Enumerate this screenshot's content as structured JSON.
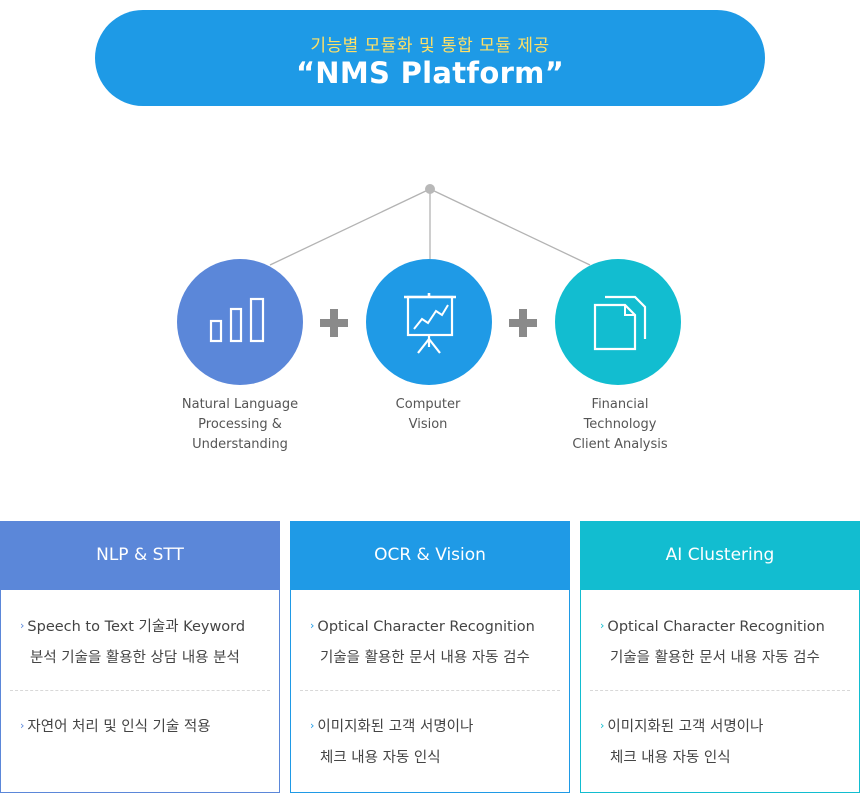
{
  "banner": {
    "subtitle": "기능별 모듈화 및 통합 모듈 제공",
    "title": "“NMS Platform”"
  },
  "colors": {
    "banner": "#1e9ae6",
    "nlp": "#5b87d9",
    "vision": "#1f9ae6",
    "fintech": "#12bdd0",
    "plus": "#8a8a8a",
    "connector": "#b3b3b3"
  },
  "modules": [
    {
      "icon": "bar-chart-icon",
      "caption": [
        "Natural Language",
        "Processing &",
        "Understanding"
      ]
    },
    {
      "icon": "presentation-board-icon",
      "caption": [
        "Computer",
        "Vision"
      ]
    },
    {
      "icon": "documents-icon",
      "caption": [
        "Financial",
        "Technology",
        "Client Analysis"
      ]
    }
  ],
  "columns": [
    {
      "title": "NLP & STT",
      "items": [
        [
          "Speech to Text 기술과 Keyword",
          "분석 기술을 활용한 상담 내용 분석"
        ],
        [
          "자연어 처리 및 인식 기술 적용"
        ]
      ]
    },
    {
      "title": "OCR & Vision",
      "items": [
        [
          "Optical Character Recognition",
          "기술을 활용한 문서 내용 자동 검수"
        ],
        [
          "이미지화된 고객 서명이나",
          "체크 내용 자동 인식"
        ]
      ]
    },
    {
      "title": "AI Clustering",
      "items": [
        [
          "Optical Character Recognition",
          "기술을 활용한 문서 내용 자동 검수"
        ],
        [
          "이미지화된 고객 서명이나",
          "체크 내용 자동 인식"
        ]
      ]
    }
  ]
}
